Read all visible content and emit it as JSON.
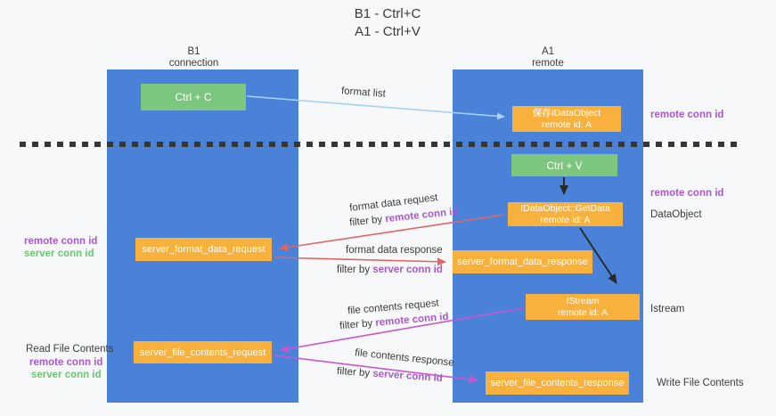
{
  "title": {
    "line1": "B1 - Ctrl+C",
    "line2": "A1 - Ctrl+V"
  },
  "columns": {
    "left": {
      "name": "B1",
      "subtitle": "connection"
    },
    "right": {
      "name": "A1",
      "subtitle": "remote"
    }
  },
  "boxes": {
    "ctrl_c": "Ctrl + C",
    "ctrl_v": "Ctrl + V",
    "save_idataobject": {
      "line1": "保存IDataObject",
      "line2": "remote id: A"
    },
    "getdata": {
      "line1": "IDataObject::GetData",
      "line2": "remote id: A"
    },
    "istream": {
      "line1": "IStream",
      "line2": "remote id: A"
    },
    "server_format_data_request": "server_format_data_request",
    "server_format_data_response": "server_format_data_response",
    "server_file_contents_request": "server_file_contents_request",
    "server_file_contents_response": "server_file_contents_response"
  },
  "arrow_labels": {
    "format_list": "format list",
    "format_data_request": "format data request",
    "format_data_response": "format data response",
    "file_contents_request": "file contents request",
    "file_contents_response": "file contents response",
    "filter_prefix": "filter by ",
    "remote_conn_id": "remote conn id",
    "server_conn_id": "server conn id"
  },
  "side_labels": {
    "remote_conn_id_top_right": "remote conn id",
    "remote_conn_id_mid_right": "remote conn id",
    "dataobject": "DataObject",
    "istream": "Istream",
    "write_file_contents": "Write File Contents",
    "read_file_contents": "Read File Contents",
    "remote_conn_id_left1": "remote conn id",
    "server_conn_id_left1": "server conn id",
    "remote_conn_id_left2": "remote conn id",
    "server_conn_id_left2": "server conn id"
  },
  "colors": {
    "column_blue": "#4a82d9",
    "box_green": "#7cc67f",
    "box_orange": "#f8b13c",
    "arrow_light_blue": "#a8d2f0",
    "arrow_red": "#e06666",
    "arrow_magenta": "#cc55cc",
    "arrow_black": "#2b2b2b",
    "text_purple": "#a958cd",
    "text_green": "#6ec573"
  }
}
